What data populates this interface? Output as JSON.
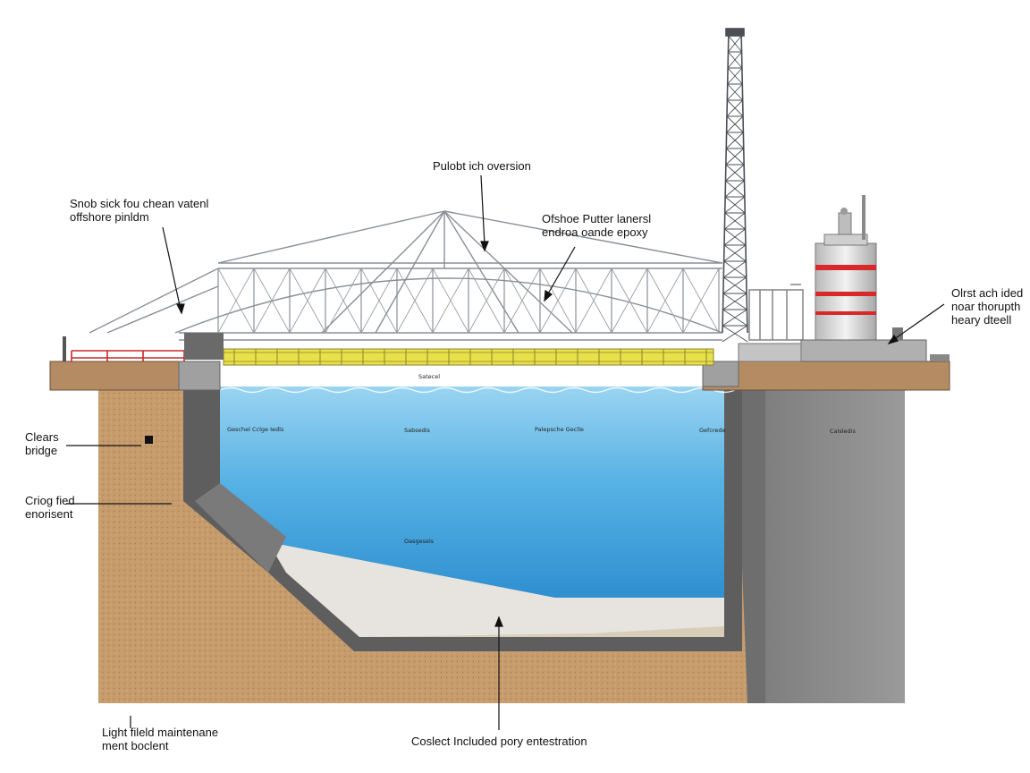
{
  "labels": {
    "top_center": "Pulobt ich oversion",
    "top_left_line1": "Snob sick fou chean vatenl",
    "top_left_line2": "offshore pinldm",
    "mid_center_line1": "Ofshoe Putter lanersl",
    "mid_center_line2": "endroa oande epoxy",
    "right_line1": "Olrst ach ided",
    "right_line2": "noar thorupth",
    "right_line3": "heary dteell",
    "left_1_line1": "Clears",
    "left_1_line2": "bridge",
    "left_2_line1": "Criog fied",
    "left_2_line2": "enorisent",
    "bottom_left_line1": "Light fileld maintenane",
    "bottom_left_line2": "ment boclent",
    "bottom_center": "Coslect Included pory entestration"
  },
  "small_labels": {
    "deck": "Satecel",
    "water_1": "Geschel Cclge Iedls",
    "water_2": "Sabsedis",
    "water_3": "Palepsche Geclle",
    "water_4": "Gefcrede",
    "water_5": "Oasgesels",
    "wall_right": "Calsledis"
  },
  "colors": {
    "water": "#4aa6dc",
    "soil": "#c49a6c",
    "concrete": "#8a8a8a",
    "deck_beam": "#e8e04a",
    "tank_stripe": "#d8282a"
  }
}
